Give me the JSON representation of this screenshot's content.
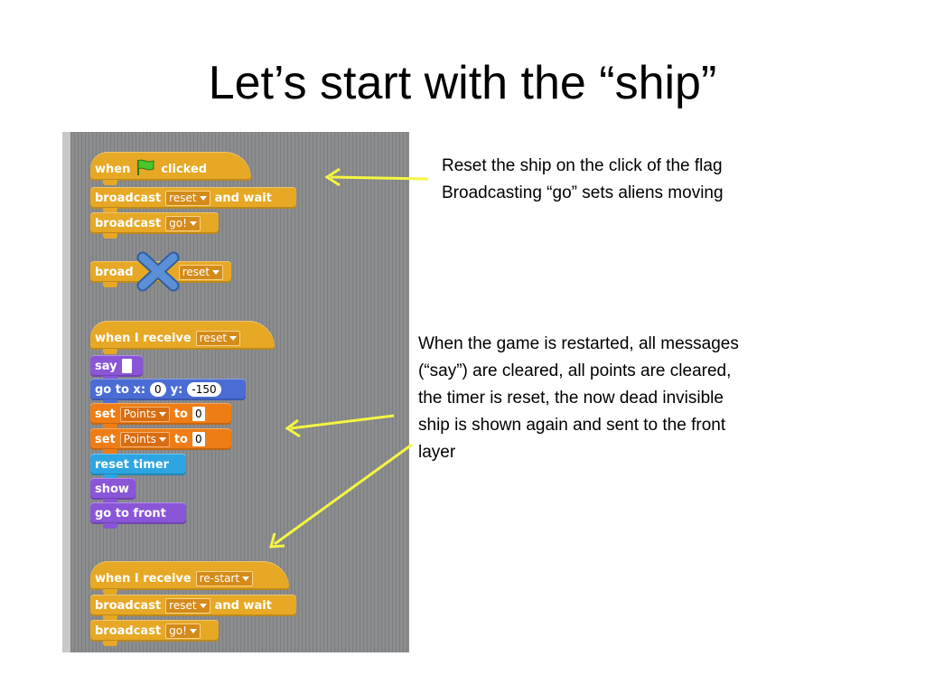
{
  "slide": {
    "title": "Let’s start with the “ship”"
  },
  "script1": {
    "hat_when": "when",
    "hat_clicked": "clicked",
    "broadcast": "broadcast",
    "msg_reset": "reset",
    "and_wait": "and wait",
    "msg_go": "go!",
    "crossed_broadcast": "broad",
    "crossed_msg": "reset"
  },
  "script2": {
    "hat": "when I receive",
    "msg": "reset",
    "say": "say",
    "goto_x": "go to x:",
    "x_val": "0",
    "goto_y": "y:",
    "y_val": "-150",
    "set": "set",
    "var_name": "Points",
    "to": "to",
    "set_val": "0",
    "reset_timer": "reset timer",
    "show": "show",
    "go_to_front": "go to front"
  },
  "script3": {
    "hat": "when I receive",
    "msg": "re-start",
    "broadcast": "broadcast",
    "msg_reset": "reset",
    "and_wait": "and wait",
    "msg_go": "go!"
  },
  "notes": {
    "note1_line1": "Reset the ship on the click of the flag",
    "note1_line2": "Broadcasting “go” sets aliens moving",
    "note2_lines": [
      "When the game is restarted, all messages",
      "(“say”) are cleared, all points are cleared,",
      "the timer is reset, the now dead invisible",
      "ship is shown again and sent to the front",
      "layer"
    ]
  },
  "colors": {
    "control": "#e6a825",
    "looks": "#8a55d7",
    "motion": "#4a6cd4",
    "variables": "#ee7d16",
    "sensing": "#2ca5e2",
    "arrow": "#f5f542",
    "cross": "#4a7fc9"
  },
  "icons": [
    "green-flag-icon",
    "x-cross-icon",
    "dropdown-arrow-icon"
  ]
}
